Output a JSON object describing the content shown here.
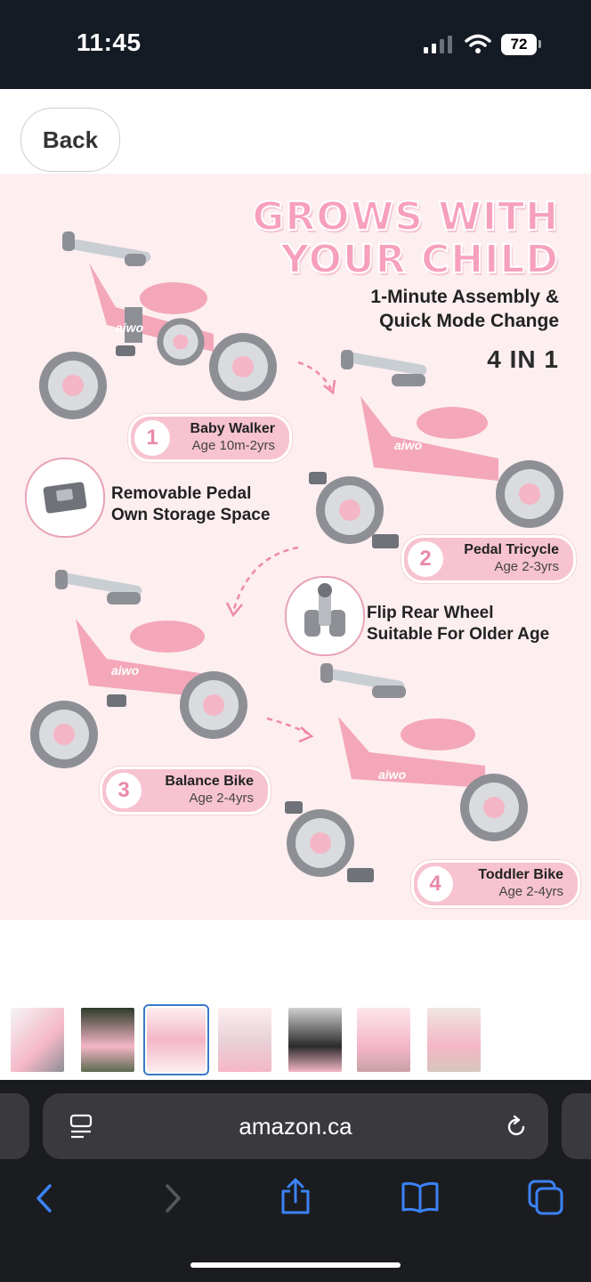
{
  "status_bar": {
    "time": "11:45",
    "battery": "72"
  },
  "nav": {
    "back_label": "Back"
  },
  "product_image": {
    "headline_line1": "GROWS WITH",
    "headline_line2": "YOUR CHILD",
    "subhead_line1": "1-Minute Assembly &",
    "subhead_line2": "Quick Mode Change",
    "mode_count": "4 IN 1",
    "brand": "aiwo",
    "modes": [
      {
        "num": "1",
        "title": "Baby Walker",
        "age": "Age 10m-2yrs"
      },
      {
        "num": "2",
        "title": "Pedal Tricycle",
        "age": "Age 2-3yrs"
      },
      {
        "num": "3",
        "title": "Balance Bike",
        "age": "Age 2-4yrs"
      },
      {
        "num": "4",
        "title": "Toddler Bike",
        "age": "Age 2-4yrs"
      }
    ],
    "feature_pedal_line1": "Removable Pedal",
    "feature_pedal_line2": "Own Storage Space",
    "feature_wheel_line1": "Flip Rear Wheel",
    "feature_wheel_line2": "Suitable For Older Age"
  },
  "browser": {
    "url": "amazon.ca"
  },
  "colors": {
    "accent_pink": "#f7a0bd",
    "toolbar_blue": "#3b82f6",
    "status_bg": "#151b24"
  }
}
